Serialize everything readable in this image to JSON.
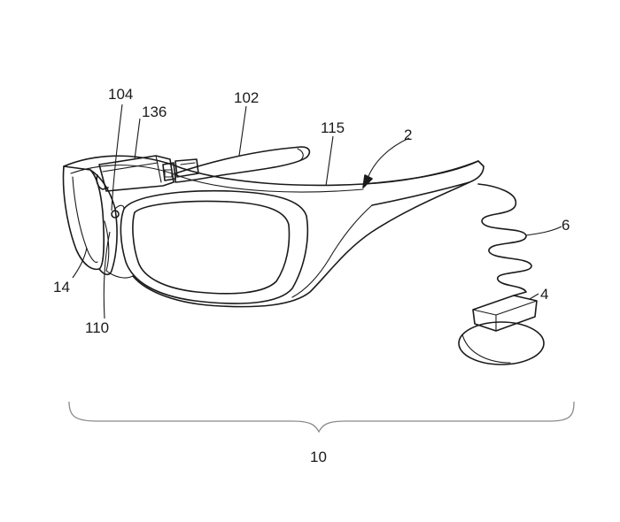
{
  "labels": {
    "ref_104": "104",
    "ref_136": "136",
    "ref_102": "102",
    "ref_115": "115",
    "ref_2": "2",
    "ref_6": "6",
    "ref_4": "4",
    "ref_14": "14",
    "ref_110": "110",
    "ref_10": "10"
  }
}
